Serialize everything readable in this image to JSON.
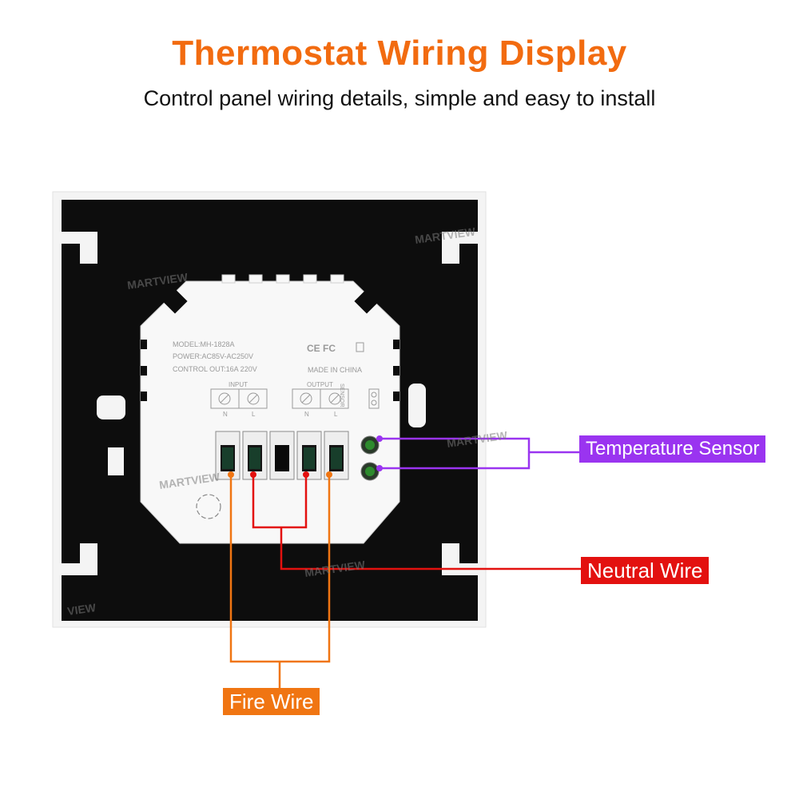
{
  "header": {
    "title": "Thermostat Wiring Display",
    "subtitle": "Control panel wiring details, simple and easy to install"
  },
  "device": {
    "model": "MODEL:MH-1828A",
    "power": "POWER:AC85V-AC250V",
    "control_out": "CONTROL OUT:16A 220V",
    "certifications": "CE FC",
    "origin": "MADE IN CHINA",
    "input_label": "INPUT",
    "output_label": "OUTPUT",
    "sensor_label": "SENSOR",
    "input_n": "N",
    "input_l": "L",
    "output_n": "N",
    "output_l": "L",
    "watermark": "MARTVIEW",
    "watermark_partial": "VIEW"
  },
  "labels": {
    "temperature_sensor": "Temperature Sensor",
    "neutral_wire": "Neutral Wire",
    "fire_wire": "Fire Wire"
  },
  "colors": {
    "title": "#f26b10",
    "sensor": "#9a34f0",
    "neutral": "#e3110f",
    "fire": "#f07512",
    "plate": "#0d0d0d",
    "frame": "#f3f3f3"
  }
}
